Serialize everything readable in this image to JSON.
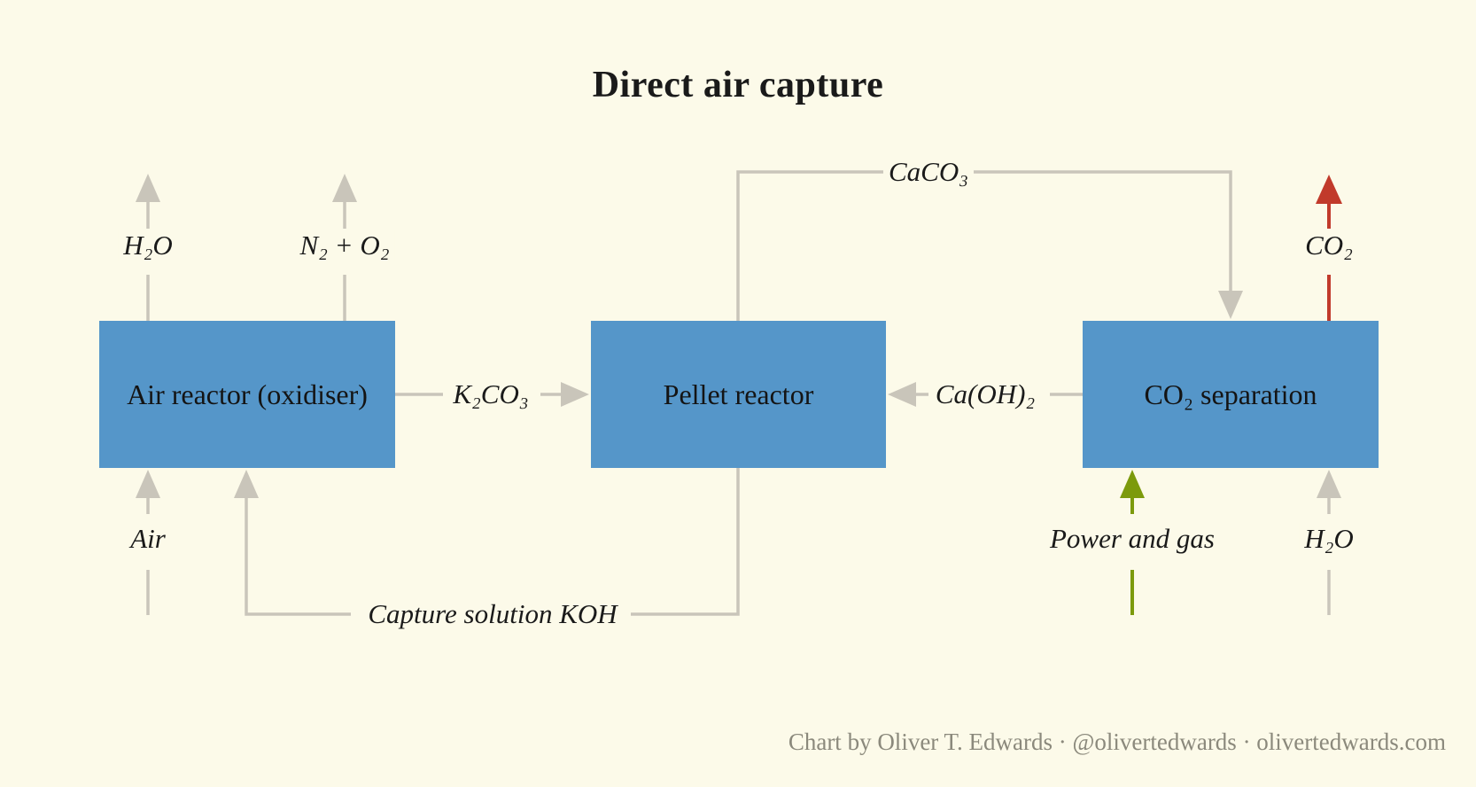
{
  "title": "Direct air capture",
  "nodes": [
    {
      "label": "Air reactor (oxidiser)"
    },
    {
      "label": "Pellet reactor"
    },
    {
      "label": "CO₂ separation"
    }
  ],
  "flows": [
    {
      "label": "H₂O",
      "type": "output",
      "node": "Air reactor (oxidiser)",
      "color": "gray"
    },
    {
      "label": "N₂ + O₂",
      "type": "output",
      "node": "Air reactor (oxidiser)",
      "color": "gray"
    },
    {
      "label": "Air",
      "type": "input",
      "node": "Air reactor (oxidiser)",
      "color": "gray"
    },
    {
      "label": "Capture solution KOH",
      "type": "transfer",
      "from": "Pellet reactor",
      "to": "Air reactor (oxidiser)",
      "color": "gray"
    },
    {
      "label": "K₂CO₃",
      "type": "transfer",
      "from": "Air reactor (oxidiser)",
      "to": "Pellet reactor",
      "color": "gray"
    },
    {
      "label": "CaCO₃",
      "type": "transfer",
      "from": "Pellet reactor",
      "to": "CO₂ separation",
      "color": "gray"
    },
    {
      "label": "Ca(OH)₂",
      "type": "transfer",
      "from": "CO₂ separation",
      "to": "Pellet reactor",
      "color": "gray"
    },
    {
      "label": "Power and gas",
      "type": "input",
      "node": "CO₂ separation",
      "color": "green"
    },
    {
      "label": "H₂O",
      "type": "input",
      "node": "CO₂ separation",
      "color": "gray"
    },
    {
      "label": "CO₂",
      "type": "output",
      "node": "CO₂ separation",
      "color": "red"
    }
  ],
  "footer": "Chart by Oliver T. Edwards · @olivertedwards · olivertedwards.com",
  "colors": {
    "background": "#FCFAE9",
    "box_fill": "#5596C9",
    "arrow_gray": "#C9C5BA",
    "arrow_red": "#C13A2B",
    "arrow_green": "#7C9A0C",
    "text": "#1A1A1A",
    "footer_text": "#8B897C"
  }
}
